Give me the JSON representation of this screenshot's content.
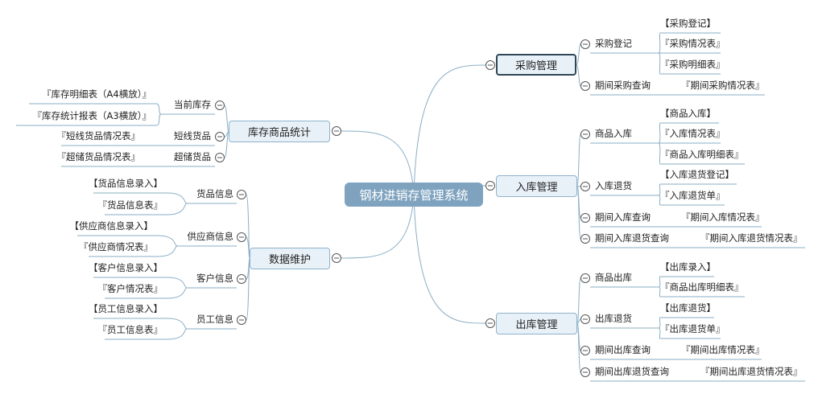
{
  "center": "钢材进销存管理系统",
  "right": [
    {
      "title": "采购管理",
      "subs": [
        {
          "label": "采购登记",
          "leaves": [
            "【采购登记】",
            "『采购情况表』",
            "『采购明细表』"
          ]
        },
        {
          "label": "期间采购查询",
          "leaves": [
            "『期间采购情况表』"
          ]
        }
      ]
    },
    {
      "title": "入库管理",
      "subs": [
        {
          "label": "商品入库",
          "leaves": [
            "【商品入库】",
            "『入库情况表』",
            "『商品入库明细表』"
          ]
        },
        {
          "label": "入库退货",
          "leaves": [
            "【入库退货登记】",
            "『入库退货单』"
          ]
        },
        {
          "label": "期间入库查询",
          "leaves": [
            "『期间入库情况表』"
          ]
        },
        {
          "label": "期间入库退货查询",
          "leaves": [
            "『期间入库退货情况表』"
          ]
        }
      ]
    },
    {
      "title": "出库管理",
      "subs": [
        {
          "label": "商品出库",
          "leaves": [
            "【出库录入】",
            "『商品出库明细表』"
          ]
        },
        {
          "label": "出库退货",
          "leaves": [
            "【出库退货】",
            "『出库退货单』"
          ]
        },
        {
          "label": "期间出库查询",
          "leaves": [
            "『期间出库情况表』"
          ]
        },
        {
          "label": "期间出库退货查询",
          "leaves": [
            "『期间出库退货情况表』"
          ]
        }
      ]
    }
  ],
  "left": [
    {
      "title": "库存商品统计",
      "subs": [
        {
          "label": "当前库存",
          "leaves": [
            "『库存明细表（A4横放）』",
            "『库存统计报表（A3横放）』"
          ]
        },
        {
          "label": "短线货品",
          "leaves": [
            "『短线货品情况表』"
          ]
        },
        {
          "label": "超储货品",
          "leaves": [
            "『超储货品情况表』"
          ]
        }
      ]
    },
    {
      "title": "数据维护",
      "subs": [
        {
          "label": "货品信息",
          "leaves": [
            "【货品信息录入】",
            "『货品信息表』"
          ]
        },
        {
          "label": "供应商信息",
          "leaves": [
            "【供应商信息录入】",
            "『供应商情况表』"
          ]
        },
        {
          "label": "客户信息",
          "leaves": [
            "【客户信息录入】",
            "『客户情况表』"
          ]
        },
        {
          "label": "员工信息",
          "leaves": [
            "【员工信息录入】",
            "『员工信息表』"
          ]
        }
      ]
    }
  ],
  "colors": {
    "line": "#8aaec6",
    "center_bg": "#7fa3bf",
    "box_bg": "#e9f1f8",
    "box_border": "#8fb3cc"
  }
}
